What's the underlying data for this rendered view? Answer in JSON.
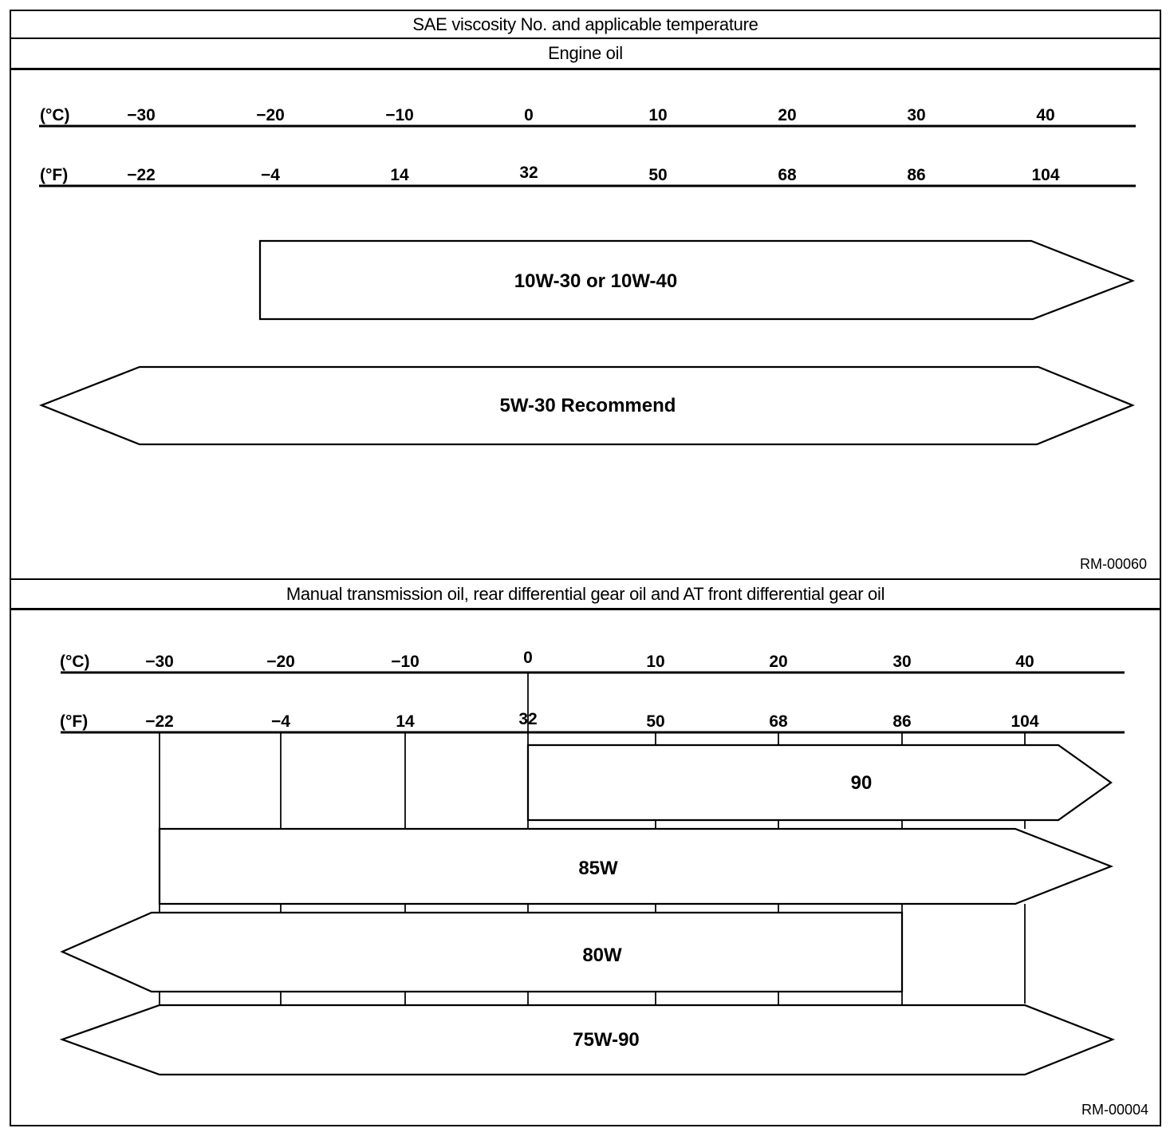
{
  "page": {
    "background": "#ffffff",
    "ink": "#000000"
  },
  "engine_oil_chart": {
    "title": "SAE viscosity No. and applicable temperature",
    "subtitle": "Engine oil",
    "ref_code": "RM-00060",
    "scale_c": {
      "unit_label": "(°C)",
      "ticks": [
        "−30",
        "−20",
        "−10",
        "0",
        "10",
        "20",
        "30",
        "40"
      ]
    },
    "scale_f": {
      "unit_label": "(°F)",
      "ticks": [
        "−22",
        "−4",
        "14",
        "32",
        "50",
        "68",
        "86",
        "104"
      ]
    },
    "bars": [
      {
        "label": "10W-30 or 10W-40"
      },
      {
        "label": "5W-30 Recommend"
      }
    ]
  },
  "gear_oil_chart": {
    "title": "Manual transmission oil, rear differential gear oil and AT front differential gear oil",
    "ref_code": "RM-00004",
    "scale_c": {
      "unit_label": "(°C)",
      "ticks": [
        "−30",
        "−20",
        "−10",
        "0",
        "10",
        "20",
        "30",
        "40"
      ]
    },
    "scale_f": {
      "unit_label": "(°F)",
      "ticks": [
        "−22",
        "−4",
        "14",
        "32",
        "50",
        "68",
        "86",
        "104"
      ]
    },
    "bars": [
      {
        "label": "90"
      },
      {
        "label": "85W"
      },
      {
        "label": "80W"
      },
      {
        "label": "75W-90"
      }
    ]
  },
  "chart_data": [
    {
      "type": "range-bar",
      "title": "SAE viscosity No. and applicable temperature — Engine oil",
      "x_axes": [
        {
          "unit": "°C",
          "ticks": [
            -30,
            -20,
            -10,
            0,
            10,
            20,
            30,
            40
          ]
        },
        {
          "unit": "°F",
          "ticks": [
            -22,
            -4,
            14,
            32,
            50,
            68,
            86,
            104
          ]
        }
      ],
      "series": [
        {
          "label": "10W-30 or 10W-40",
          "min_c": -20,
          "max_c": 40,
          "open_left": false,
          "open_right": true
        },
        {
          "label": "5W-30 Recommend",
          "min_c": -30,
          "max_c": 40,
          "open_left": true,
          "open_right": true
        }
      ],
      "legend": "arrow points mean range extends beyond chart edge",
      "grid": false,
      "ref_code": "RM-00060"
    },
    {
      "type": "range-bar",
      "title": "Manual transmission oil, rear differential gear oil and AT front differential gear oil",
      "x_axes": [
        {
          "unit": "°C",
          "ticks": [
            -30,
            -20,
            -10,
            0,
            10,
            20,
            30,
            40
          ]
        },
        {
          "unit": "°F",
          "ticks": [
            -22,
            -4,
            14,
            32,
            50,
            68,
            86,
            104
          ]
        }
      ],
      "series": [
        {
          "label": "90",
          "min_c": 0,
          "max_c": 40,
          "open_left": false,
          "open_right": true
        },
        {
          "label": "85W",
          "min_c": -30,
          "max_c": 40,
          "open_left": false,
          "open_right": true
        },
        {
          "label": "80W",
          "min_c": -30,
          "max_c": 30,
          "open_left": true,
          "open_right": false
        },
        {
          "label": "75W-90",
          "min_c": -30,
          "max_c": 40,
          "open_left": true,
          "open_right": true
        }
      ],
      "grid": true,
      "ref_code": "RM-00004"
    }
  ]
}
